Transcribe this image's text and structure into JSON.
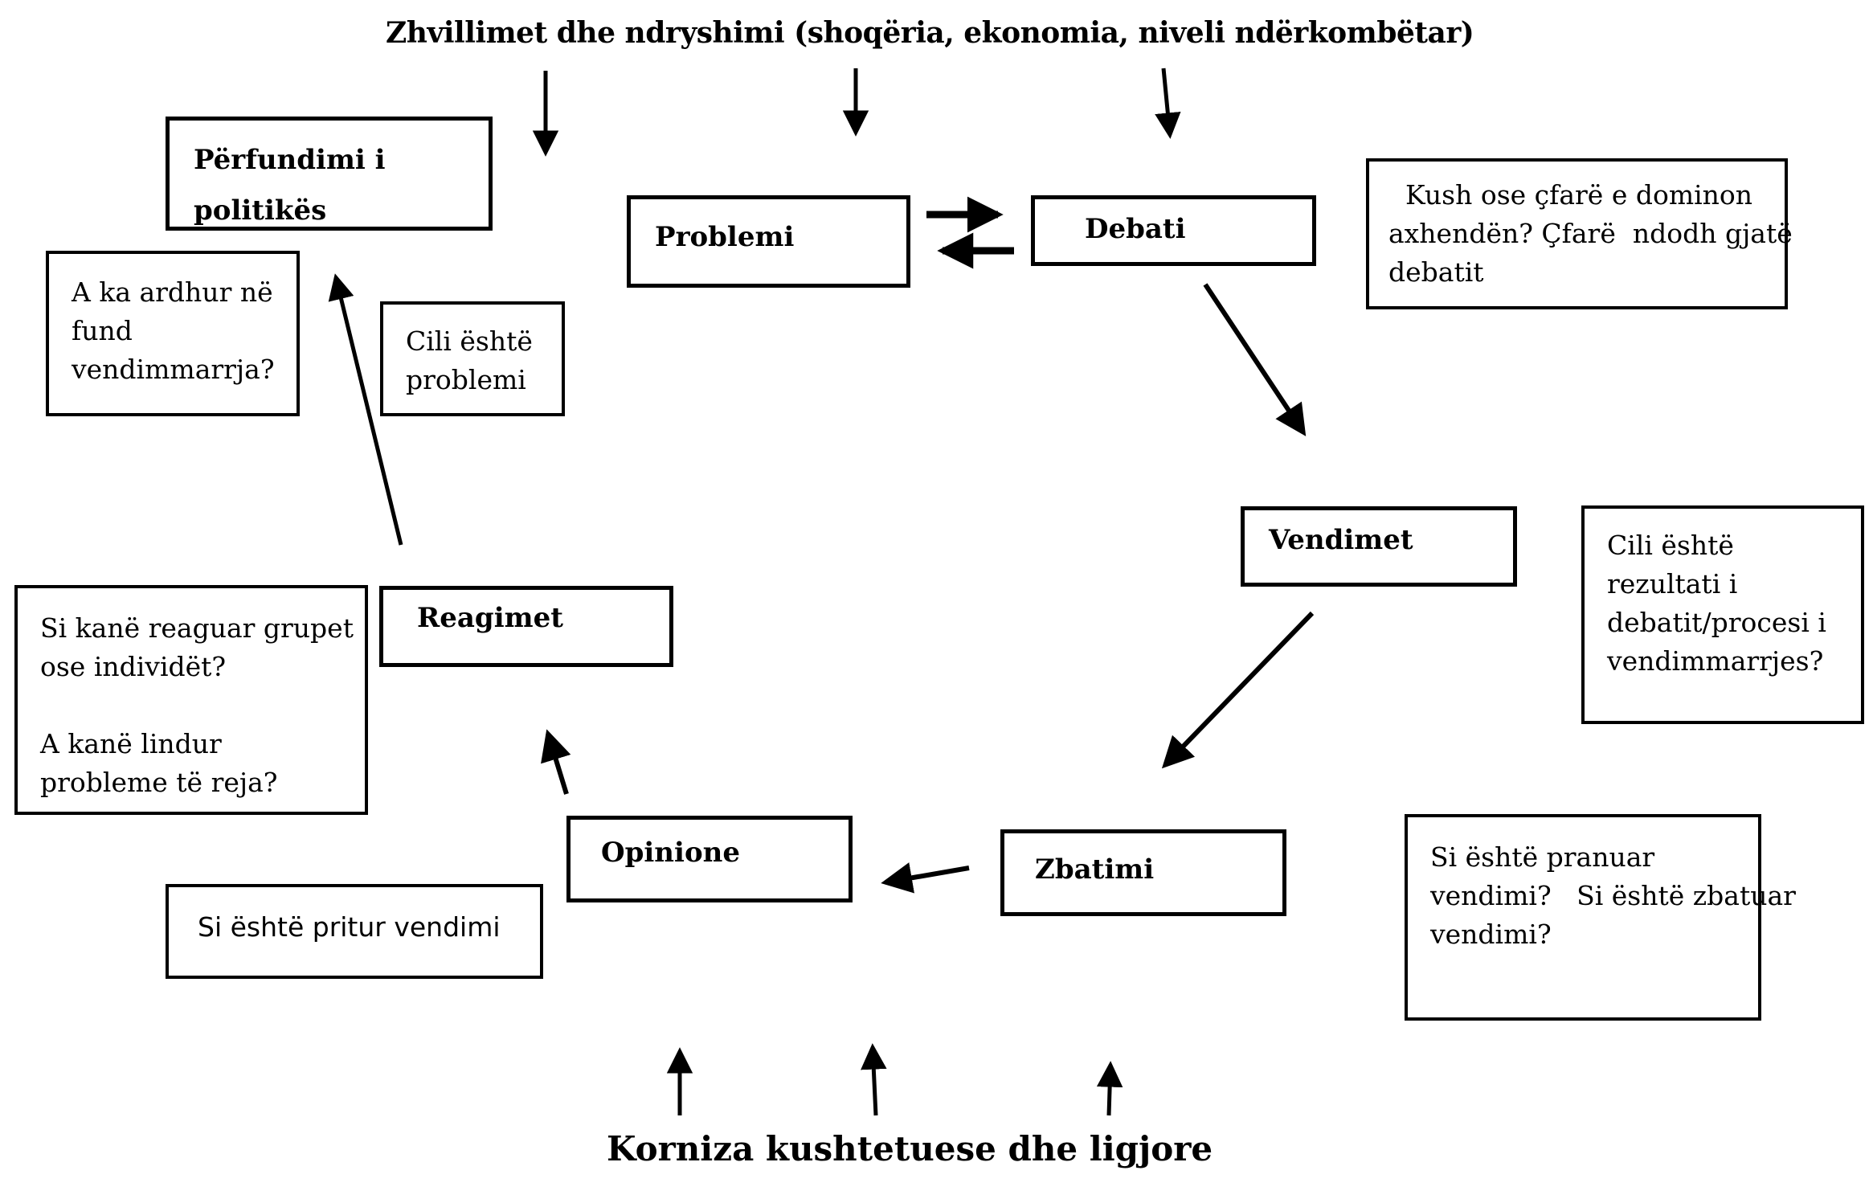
{
  "title": "Zhvillimet dhe ndryshimi (shoqëria, ekonomia, niveli ndërkombëtar)",
  "footer": "Korniza kushtetuese dhe ligjore",
  "nodes": {
    "perfundimi": {
      "lines": [
        "Përfundimi i",
        "politikës"
      ]
    },
    "problemi": {
      "label": "Problemi"
    },
    "debati": {
      "label": "Debati"
    },
    "vendimet": {
      "label": "Vendimet"
    },
    "zbatimi": {
      "label": "Zbatimi"
    },
    "opinione": {
      "label": "Opinione"
    },
    "reagimet": {
      "label": "Reagimet"
    }
  },
  "annotations": {
    "kush": {
      "lines": [
        "  Kush ose çfarë e dominon",
        "axhendën? Çfarë  ndodh gjatë",
        "debatit"
      ]
    },
    "a_ka_ardhur": {
      "lines": [
        "A ka ardhur në",
        "fund",
        "vendimmarrja?"
      ]
    },
    "cili_problemi": {
      "lines": [
        "Cili është",
        "problemi"
      ]
    },
    "cili_rezultati": {
      "lines": [
        "Cili është",
        "rezultati i",
        "debatit/procesi i",
        "vendimmarrjes?"
      ]
    },
    "si_reaguar": {
      "lines": [
        "Si kanë reaguar grupet",
        "ose individët?",
        "",
        "A kanë lindur",
        "probleme të reja?"
      ]
    },
    "si_pritur": {
      "lines": [
        "Si është pritur vendimi"
      ]
    },
    "si_pranuar": {
      "lines": [
        "Si është pranuar",
        "vendimi?   Si është zbatuar",
        "vendimi?"
      ]
    }
  },
  "colors": {
    "ink": "#000000",
    "background": "#ffffff"
  }
}
